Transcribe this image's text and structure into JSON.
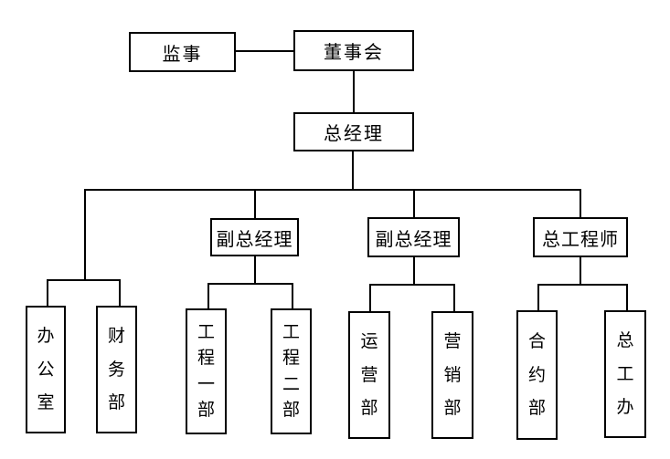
{
  "diagram": {
    "type": "org-chart",
    "background_color": "#ffffff",
    "line_color": "#000000",
    "box_border_color": "#000000",
    "text_color": "#000000",
    "nodes": {
      "supervisor": {
        "label": "监事"
      },
      "board": {
        "label": "董事会"
      },
      "general_manager": {
        "label": "总经理"
      },
      "deputy_gm_1": {
        "label": "副总经理"
      },
      "deputy_gm_2": {
        "label": "副总经理"
      },
      "chief_engineer": {
        "label": "总工程师"
      },
      "office": {
        "label": "办公室"
      },
      "finance_dept": {
        "label": "财务部"
      },
      "engineering_dept_1": {
        "label": "工程一部"
      },
      "engineering_dept_2": {
        "label": "工程二部"
      },
      "operations_dept": {
        "label": "运营部"
      },
      "marketing_dept": {
        "label": "营销部"
      },
      "contract_dept": {
        "label": "合约部"
      },
      "chief_engineer_office": {
        "label": "总工办"
      }
    },
    "hierarchy": {
      "supervisor": {
        "peer_of": "board"
      },
      "board": {
        "children": [
          "general_manager"
        ]
      },
      "general_manager": {
        "children": [
          "office",
          "finance_dept",
          "deputy_gm_1",
          "deputy_gm_2",
          "chief_engineer"
        ]
      },
      "deputy_gm_1": {
        "children": [
          "engineering_dept_1",
          "engineering_dept_2"
        ]
      },
      "deputy_gm_2": {
        "children": [
          "operations_dept",
          "marketing_dept"
        ]
      },
      "chief_engineer": {
        "children": [
          "contract_dept",
          "chief_engineer_office"
        ]
      }
    }
  }
}
